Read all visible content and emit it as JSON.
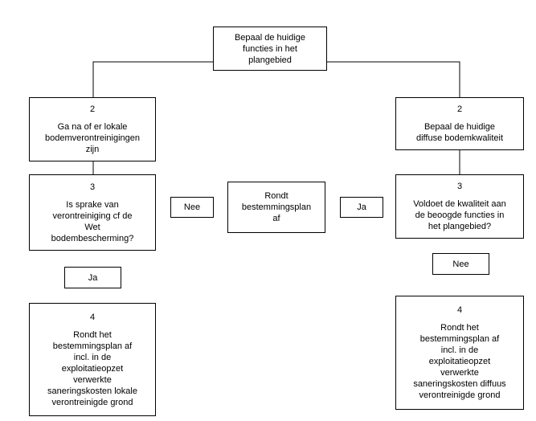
{
  "nodes": {
    "root": {
      "text": "Bepaal de huidige\nfuncties in het\nplangebied"
    },
    "left_2": {
      "number": "2",
      "text": "Ga na of er lokale\nbodemverontreinigingen\nzijn"
    },
    "left_3": {
      "number": "3",
      "text": "Is sprake van\nverontreiniging cf de\nWet\nbodembescherming?"
    },
    "left_4": {
      "number": "4",
      "text": "Rondt het\nbestemmingsplan af\nincl. in de\nexploitatieopzet\nverwerkte\nsaneringskosten lokale\nverontreinigde grond"
    },
    "right_2": {
      "number": "2",
      "text": "Bepaal de huidige\ndiffuse bodemkwaliteit"
    },
    "right_3": {
      "number": "3",
      "text": "Voldoet de kwaliteit aan\nde beoogde functies in\nhet plangebied?"
    },
    "right_4": {
      "number": "4",
      "text": "Rondt het\nbestemmingsplan af\nincl. in de\nexploitatieopzet\nverwerkte\nsaneringskosten diffuus\nverontreinigde grond"
    },
    "center": {
      "text": "Rondt\nbestemmingsplan\naf"
    }
  },
  "labels": {
    "nee_left": "Nee",
    "ja_right": "Ja",
    "ja_left": "Ja",
    "nee_right": "Nee"
  }
}
